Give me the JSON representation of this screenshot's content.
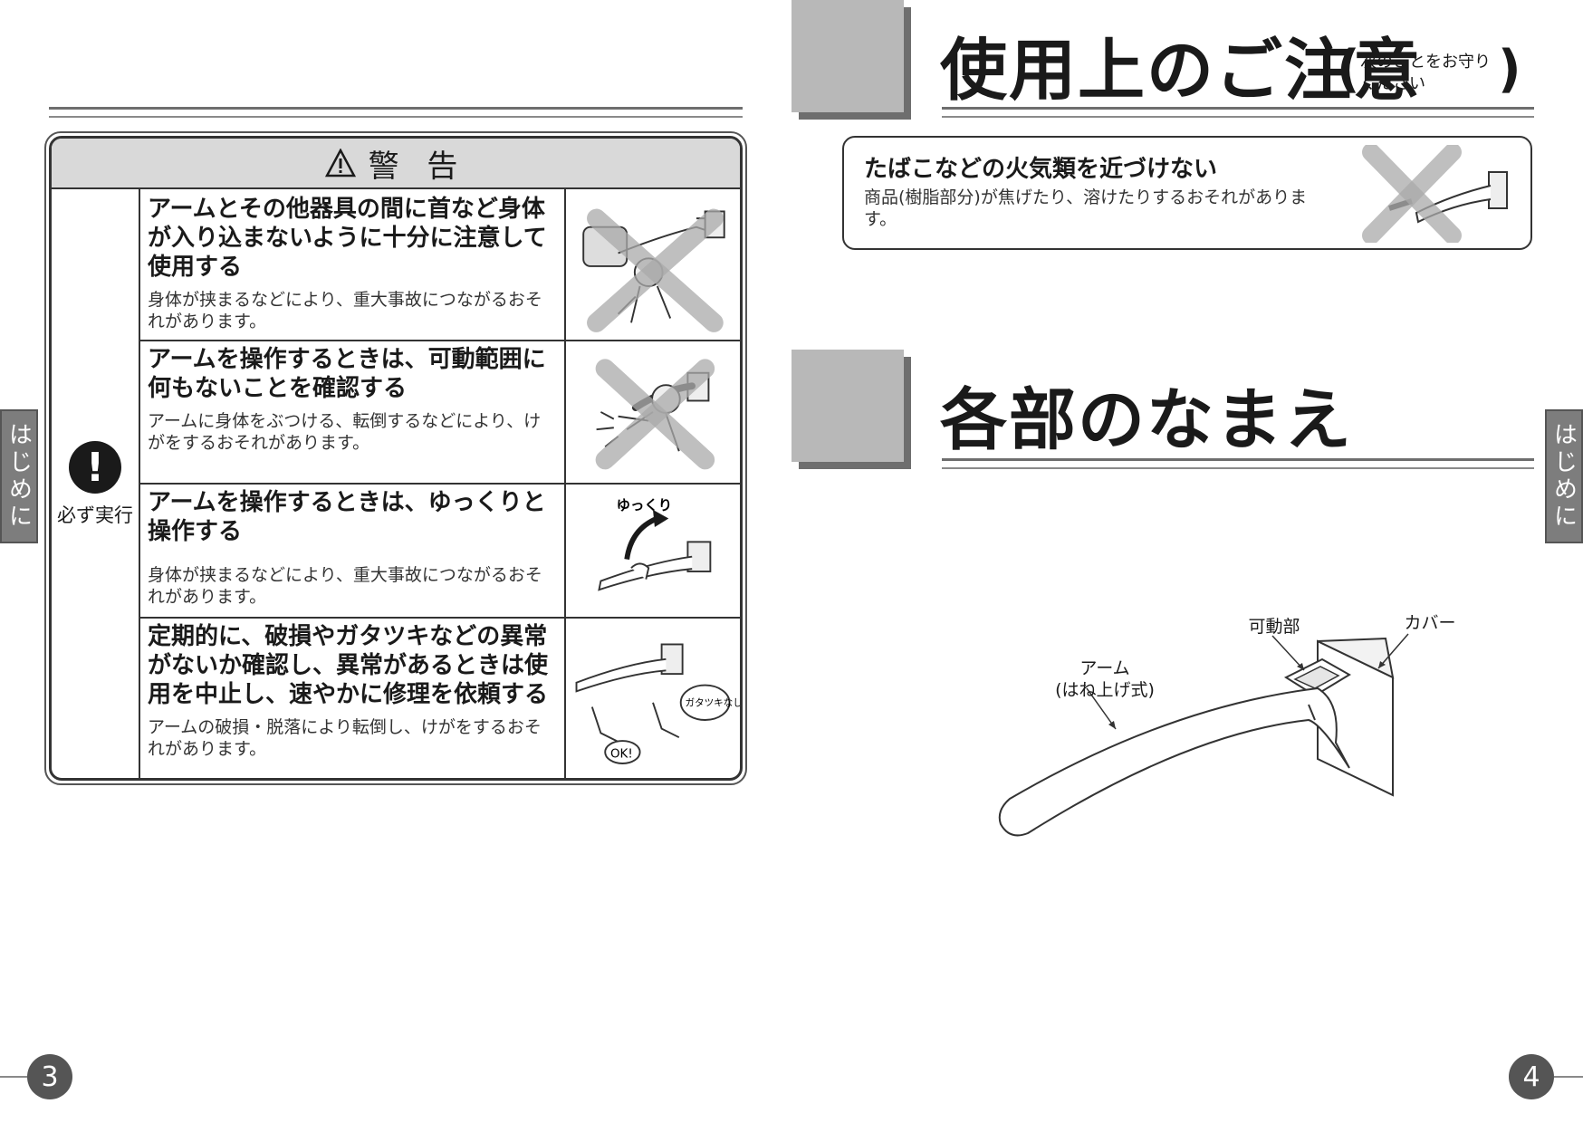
{
  "side_tab_label": "はじめに",
  "warning": {
    "header_label": "警 告",
    "must_label": "必ず実行",
    "must_icon_glyph": "!",
    "rows": [
      {
        "title": "アームとその他器具の間に首など身体が入り込まないように十分に注意して使用する",
        "desc": "身体が挟まるなどにより、重大事故につながるおそれがあります。"
      },
      {
        "title": "アームを操作するときは、可動範囲に何もないことを確認する",
        "desc": "アームに身体をぶつける、転倒するなどにより、けがをするおそれがあります。"
      },
      {
        "title": "アームを操作するときは、ゆっくりと操作する",
        "desc": "身体が挟まるなどにより、重大事故につながるおそれがあります。"
      },
      {
        "title": "定期的に、破損やガタツキなどの異常がないか確認し、異常があるときは使用を中止し、速やかに修理を依頼する",
        "desc": "アームの破損・脱落により転倒し、けがをするおそれがあります。"
      }
    ],
    "row3_image_label": "ゆっくり",
    "row4_bubble_right": "ガタツキなし！",
    "row4_bubble_left": "OK!"
  },
  "usage_section": {
    "title": "使用上のご注意",
    "note_line1": "次のことをお守り",
    "note_line2": "ください",
    "paren_open": "(",
    "paren_close": ")",
    "caution_title": "たばこなどの火気類を近づけない",
    "caution_desc": "商品(樹脂部分)が焦げたり、溶けたりするおそれがあります。"
  },
  "parts_section": {
    "title": "各部のなまえ",
    "labels": {
      "arm": "アーム",
      "arm_sub": "(はね上げ式)",
      "movable": "可動部",
      "cover": "カバー"
    }
  },
  "page_numbers": {
    "left": "3",
    "right": "4"
  }
}
